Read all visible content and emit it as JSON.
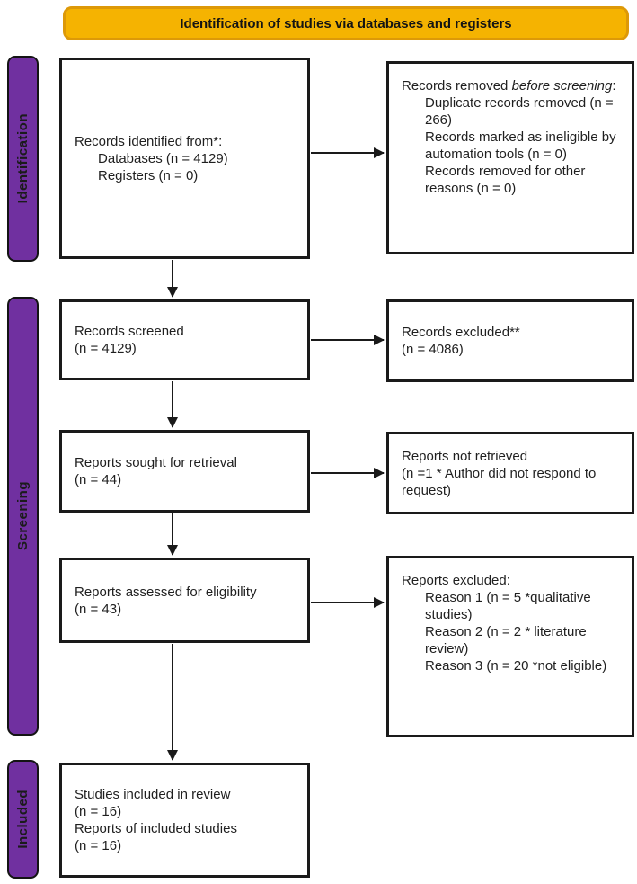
{
  "banner": {
    "label": "Identification of studies via databases and registers"
  },
  "stages": {
    "identification": "Identification",
    "screening": "Screening",
    "included": "Included"
  },
  "boxes": {
    "records_identified": {
      "title": "Records identified from*:",
      "items": [
        "Databases (n = 4129)",
        "Registers (n = 0)"
      ]
    },
    "records_removed": {
      "title_pre": "Records removed ",
      "title_italic": "before screening",
      "title_post": ":",
      "items": [
        "Duplicate records removed (n = 266)",
        "Records marked as ineligible by automation tools (n = 0)",
        "Records removed for other reasons (n = 0)"
      ]
    },
    "records_screened": {
      "lines": [
        "Records screened",
        "(n = 4129)"
      ]
    },
    "records_excluded": {
      "lines": [
        "Records excluded**",
        "(n = 4086)"
      ]
    },
    "reports_sought": {
      "lines": [
        "Reports sought for retrieval",
        "(n = 44)"
      ]
    },
    "reports_not_retrieved": {
      "lines": [
        "Reports not retrieved",
        "(n =1 * Author did not respond to request)"
      ]
    },
    "reports_assessed": {
      "lines": [
        "Reports assessed for eligibility",
        "(n = 43)"
      ]
    },
    "reports_excluded": {
      "title": "Reports excluded:",
      "items": [
        "Reason 1 (n = 5 *qualitative studies)",
        "Reason 2 (n = 2 * literature review)",
        "Reason 3 (n = 20 *not eligible)"
      ]
    },
    "studies_included": {
      "lines": [
        "Studies included in review",
        "(n = 16)",
        "Reports of included studies",
        "(n = 16)"
      ]
    }
  },
  "colors": {
    "banner_fill": "#F5B301",
    "banner_border": "#DD9908",
    "stage_fill": "#7030A0",
    "box_border": "#1A1A1A",
    "arrow_color": "#1A1A1A"
  }
}
